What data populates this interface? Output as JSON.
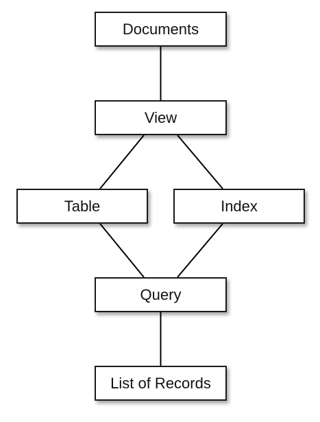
{
  "nodes": {
    "documents": "Documents",
    "view": "View",
    "table": "Table",
    "index": "Index",
    "query": "Query",
    "records": "List of Records"
  },
  "edges": [
    [
      "documents",
      "view"
    ],
    [
      "view",
      "table"
    ],
    [
      "view",
      "index"
    ],
    [
      "table",
      "query"
    ],
    [
      "index",
      "query"
    ],
    [
      "query",
      "records"
    ]
  ],
  "colors": {
    "line": "#000000",
    "border": "#1a1a1a",
    "box_fill": "#ffffff",
    "text": "#111111"
  }
}
